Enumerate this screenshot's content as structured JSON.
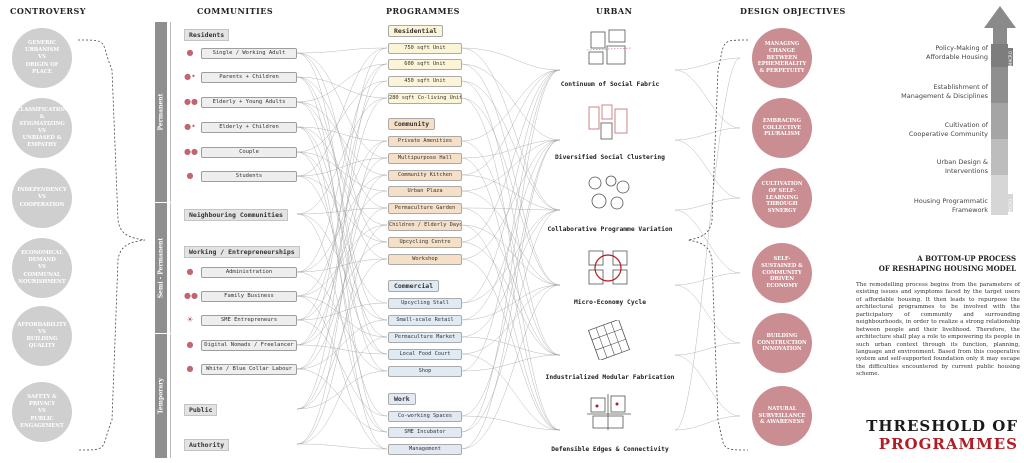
{
  "headers": {
    "controversy": "CONTROVERSY",
    "communities": "COMMUNITIES",
    "programmes": "PROGRAMMES",
    "urban": "URBAN",
    "design_objectives": "DESIGN OBJECTIVES"
  },
  "controversy": [
    "GENERIC\nURBANISM\nVS\nORIGIN OF\nPLACE",
    "CLASSIFICATION &\nSTIGMATIZING\nVS\nUNBIASED &\nEMPATHY",
    "INDEPENDENCY\nVS\nCOOPERATION",
    "ECONOMICAL\nDEMAND\nVS\nCOMMUNAL\nNOURISHMENT",
    "AFFORDABILITY\nVS\nBUILDING QUALITY",
    "SAFETY & PRIVACY\nVS\nPUBLIC\nENGAGEMENT"
  ],
  "tenure_bands": [
    "Permanent",
    "Semi - Permanent",
    "Temporary"
  ],
  "communities": {
    "residents_label": "Residents",
    "residents": [
      "Single / Working Adult",
      "Parents + Children",
      "Elderly + Young Adults",
      "Elderly + Children",
      "Couple",
      "Students"
    ],
    "neighbouring": "Neighbouring Communities",
    "working_label": "Working / Entrepreneurships",
    "working": [
      "Administration",
      "Family Business",
      "SME Entrepreneurs",
      "Digital Nomads / Freelancer",
      "White / Blue Collar Labour"
    ],
    "public": "Public",
    "authority": "Authority"
  },
  "programmes": {
    "residential_label": "Residential",
    "residential": [
      "750 sqft Unit",
      "600 sqft Unit",
      "450 sqft Unit",
      "280 sqft Co-living Unit"
    ],
    "community_label": "Community",
    "community": [
      "Private Amenities",
      "Multipurpose Hall",
      "Community Kitchen",
      "Urban Plaza",
      "Permaculture Garden",
      "Children / Elderly Daycare",
      "Upcycling Centre",
      "Workshop"
    ],
    "commercial_label": "Commercial",
    "commercial": [
      "Upcycling Stall",
      "Small-scale Retail",
      "Permaculture Market",
      "Local Food Court",
      "Shop"
    ],
    "work_label": "Work",
    "work": [
      "Co-working Spaces",
      "SME Incubator",
      "Management"
    ]
  },
  "urban": [
    "Continuum of Social Fabric",
    "Diversified Social Clustering",
    "Collaborative Programme Variation",
    "Micro-Economy Cycle",
    "Industrialized Modular Fabrication",
    "Defensible Edges & Connectivity"
  ],
  "design_objectives": [
    "MANAGING CHANGE BETWEEN EPHEMERALITY & PERPETUITY",
    "EMBRACING COLLECTIVE PLURALISM",
    "CULTIVATION OF SELF-LEARNING THROUGH SYNERGY",
    "SELF-SUSTAINED & COMMUNITY DRIVEN ECONOMY",
    "BUILDING CONSTRUCTION INNOVATION",
    "NATURAL SURVEILLANCE & AWARENESS"
  ],
  "staircase": [
    "Policy-Making of\nAffordable Housing",
    "Establishment of\nManagement & Disciplines",
    "Cultivation of\nCooperative Community",
    "Urban Design &\nInterventions",
    "Housing Programmatic\nFramework"
  ],
  "staircase_side_labels": [
    "MACRO",
    "MICRO"
  ],
  "description": {
    "title_line1": "A BOTTOM-UP PROCESS",
    "title_line2": "OF RESHAPING HOUSING MODEL",
    "body": "The remodelling process begins from the parameters of existing issues and symptoms faced by the target users of affordable housing. It then leads to repurpose the architectural programmes to be involved with the participatory of community and surrounding neighbourhoods, in order to realize a strong relationship between people and their livelihood. Therefore, the architecture shall play a role to empowering its people in such urban context through its function, planning, language and environment. Based from this cooperative system and self-supported foundation only it may escape the difficulties encountered by current public housing scheme."
  },
  "title": {
    "line1": "THRESHOLD OF",
    "line2": "PROGRAMMES"
  },
  "colors": {
    "accent_red": "#b11d24",
    "objective_circle": "#c98d92",
    "controversy_circle": "#cfcfcf",
    "icon_red": "#c1666e"
  },
  "icons": [
    "person-icon",
    "parent-child-icon",
    "elderly-young-icon",
    "elderly-child-icon",
    "couple-icon",
    "student-icon",
    "admin-icon",
    "family-business-icon",
    "entrepreneur-icon",
    "freelancer-icon",
    "labour-icon"
  ]
}
